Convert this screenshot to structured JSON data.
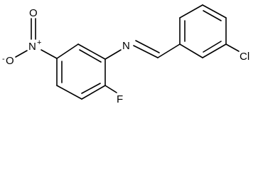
{
  "molecule": {
    "atoms": {
      "nitro_n": "N",
      "nitro_o_double": "O",
      "nitro_o_single": "O",
      "imine_n": "N",
      "fluorine": "F",
      "chlorine": "Cl"
    },
    "charges": {
      "nitro_n": "+",
      "nitro_o_single": "-"
    }
  }
}
